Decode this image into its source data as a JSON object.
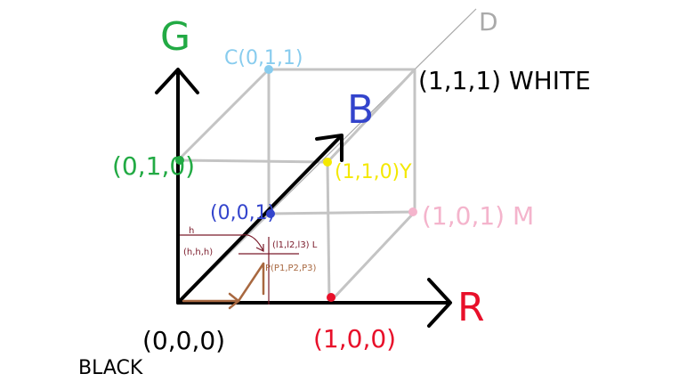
{
  "colors": {
    "green": "#22aa44",
    "red": "#e8102a",
    "blue": "#3344cc",
    "cyan": "#88ccee",
    "yellow": "#f4e800",
    "pink": "#f4b4cc",
    "grey": "#aaaaaa",
    "cube": "#c4c4c4",
    "black": "#000000",
    "maroon": "#7a1a2a",
    "brown": "#a86840"
  },
  "axes": {
    "g_label": "G",
    "r_label": "R",
    "b_label": "B",
    "d_label": "D"
  },
  "vertices": {
    "origin": "(0,0,0)",
    "black": "BLACK",
    "green": "(0,1,0)",
    "cyan": "C(0,1,1)",
    "white": "(1,1,1) WHITE",
    "yellow": "(1,1,0)Y",
    "blue": "(0,0,1)",
    "magenta": "(1,0,1) M",
    "red": "(1,0,0)"
  },
  "annotations": {
    "h_letter": "h",
    "h_point": "(h,h,h)",
    "l_point": "(l1,l2,l3) L",
    "p_point": "P(P1,P2,P3)"
  }
}
